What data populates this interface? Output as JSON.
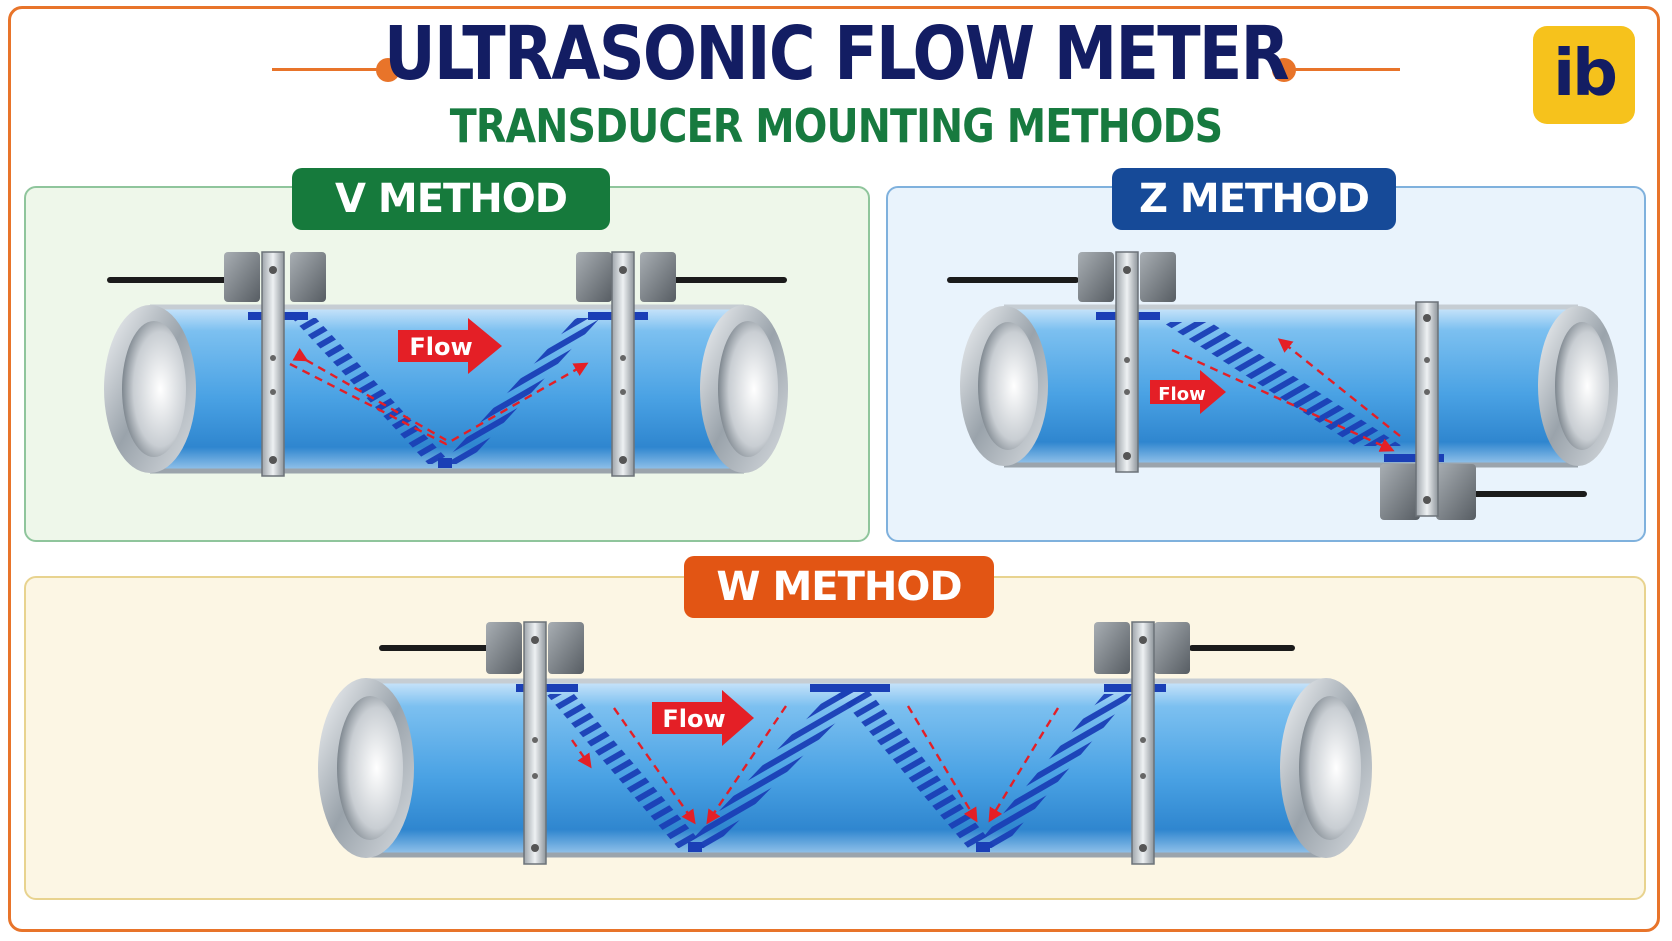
{
  "header": {
    "title": "ULTRASONIC FLOW METER",
    "subtitle": "TRANSDUCER MOUNTING METHODS",
    "logo_text": "ib"
  },
  "panels": {
    "v": {
      "label": "V METHOD",
      "flow_label": "Flow"
    },
    "z": {
      "label": "Z METHOD",
      "flow_label": "Flow"
    },
    "w": {
      "label": "W METHOD",
      "flow_label": "Flow"
    }
  },
  "colors": {
    "accent_orange": "#e8742a",
    "title_navy": "#131d63",
    "subtitle_green": "#177a3f",
    "v_badge": "#167a3c",
    "z_badge": "#164a98",
    "w_badge": "#e25514",
    "logo_yellow": "#f6c21c",
    "flow_red": "#e41f26",
    "pipe_blue": "#5faee8",
    "beam_blue": "#1a3fb6"
  },
  "icons": [
    "transducer-icon",
    "clamp-icon",
    "flow-arrow-icon",
    "signal-arrow-icon"
  ]
}
